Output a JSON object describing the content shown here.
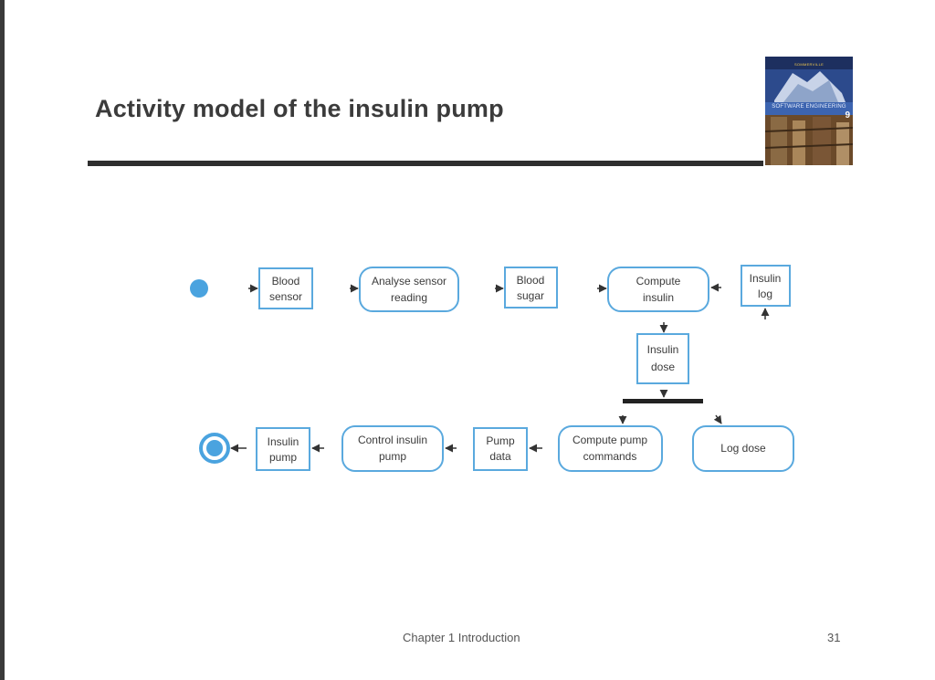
{
  "slide": {
    "title": "Activity model of the insulin pump",
    "footer_chapter": "Chapter 1  Introduction",
    "page_number": "31"
  },
  "cover": {
    "author": "SOMMERVILLE",
    "title": "SOFTWARE ENGINEERING",
    "edition": "9"
  },
  "diagram": {
    "data_nodes": {
      "blood_sensor": [
        "Blood",
        "sensor"
      ],
      "blood_sugar": [
        "Blood",
        "sugar"
      ],
      "insulin_log": [
        "Insulin",
        "log"
      ],
      "insulin_dose": [
        "Insulin",
        "dose"
      ],
      "insulin_pump": [
        "Insulin",
        "pump"
      ],
      "pump_data": [
        "Pump",
        "data"
      ]
    },
    "activities": {
      "analyse_sensor_reading": [
        "Analyse sensor",
        "reading"
      ],
      "compute_insulin": [
        "Compute",
        "insulin"
      ],
      "control_insulin_pump": [
        "Control insulin",
        "pump"
      ],
      "compute_pump_commands": [
        "Compute pump",
        "commands"
      ],
      "log_dose": [
        "Log dose"
      ]
    }
  },
  "colors": {
    "accent": "#4aa3df",
    "node_border": "#5aa9de",
    "text": "#3b3b3b",
    "rule": "#2e2e2e"
  }
}
